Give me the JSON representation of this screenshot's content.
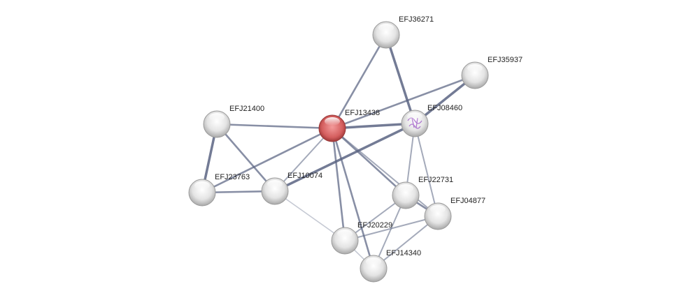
{
  "nodes": [
    {
      "id": "EFJ36271",
      "label": "EFJ36271"
    },
    {
      "id": "EFJ35937",
      "label": "EFJ35937"
    },
    {
      "id": "EFJ21400",
      "label": "EFJ21400"
    },
    {
      "id": "EFJ13438",
      "label": "EFJ13438",
      "query": true
    },
    {
      "id": "EFJ08460",
      "label": "EFJ08460",
      "structure": true
    },
    {
      "id": "EFJ23763",
      "label": "EFJ23763"
    },
    {
      "id": "EFJ10074",
      "label": "EFJ10074"
    },
    {
      "id": "EFJ22731",
      "label": "EFJ22731"
    },
    {
      "id": "EFJ04877",
      "label": "EFJ04877"
    },
    {
      "id": "EFJ20229",
      "label": "EFJ20229"
    },
    {
      "id": "EFJ14340",
      "label": "EFJ14340"
    }
  ],
  "edges": [
    {
      "a": "EFJ13438",
      "b": "EFJ36271",
      "strength": "medium"
    },
    {
      "a": "EFJ36271",
      "b": "EFJ08460",
      "strength": "strong"
    },
    {
      "a": "EFJ13438",
      "b": "EFJ35937",
      "strength": "medium"
    },
    {
      "a": "EFJ08460",
      "b": "EFJ35937",
      "strength": "strong"
    },
    {
      "a": "EFJ13438",
      "b": "EFJ08460",
      "strength": "strong"
    },
    {
      "a": "EFJ21400",
      "b": "EFJ13438",
      "strength": "medium"
    },
    {
      "a": "EFJ21400",
      "b": "EFJ23763",
      "strength": "strong"
    },
    {
      "a": "EFJ21400",
      "b": "EFJ10074",
      "strength": "medium"
    },
    {
      "a": "EFJ23763",
      "b": "EFJ13438",
      "strength": "medium"
    },
    {
      "a": "EFJ23763",
      "b": "EFJ10074",
      "strength": "medium"
    },
    {
      "a": "EFJ10074",
      "b": "EFJ13438",
      "strength": "weak"
    },
    {
      "a": "EFJ10074",
      "b": "EFJ08460",
      "strength": "strong"
    },
    {
      "a": "EFJ13438",
      "b": "EFJ22731",
      "strength": "medium"
    },
    {
      "a": "EFJ13438",
      "b": "EFJ04877",
      "strength": "weak"
    },
    {
      "a": "EFJ13438",
      "b": "EFJ20229",
      "strength": "medium"
    },
    {
      "a": "EFJ13438",
      "b": "EFJ14340",
      "strength": "medium"
    },
    {
      "a": "EFJ08460",
      "b": "EFJ22731",
      "strength": "weak"
    },
    {
      "a": "EFJ08460",
      "b": "EFJ04877",
      "strength": "weak"
    },
    {
      "a": "EFJ22731",
      "b": "EFJ04877",
      "strength": "medium"
    },
    {
      "a": "EFJ22731",
      "b": "EFJ20229",
      "strength": "weak"
    },
    {
      "a": "EFJ22731",
      "b": "EFJ14340",
      "strength": "weak"
    },
    {
      "a": "EFJ04877",
      "b": "EFJ20229",
      "strength": "weak"
    },
    {
      "a": "EFJ04877",
      "b": "EFJ14340",
      "strength": "weak"
    },
    {
      "a": "EFJ10074",
      "b": "EFJ20229",
      "strength": "faint"
    },
    {
      "a": "EFJ20229",
      "b": "EFJ14340",
      "strength": "faint"
    }
  ],
  "colors": {
    "query_node": "#d9595c",
    "node": "#e0e0e0",
    "edge": "#5a6482"
  }
}
